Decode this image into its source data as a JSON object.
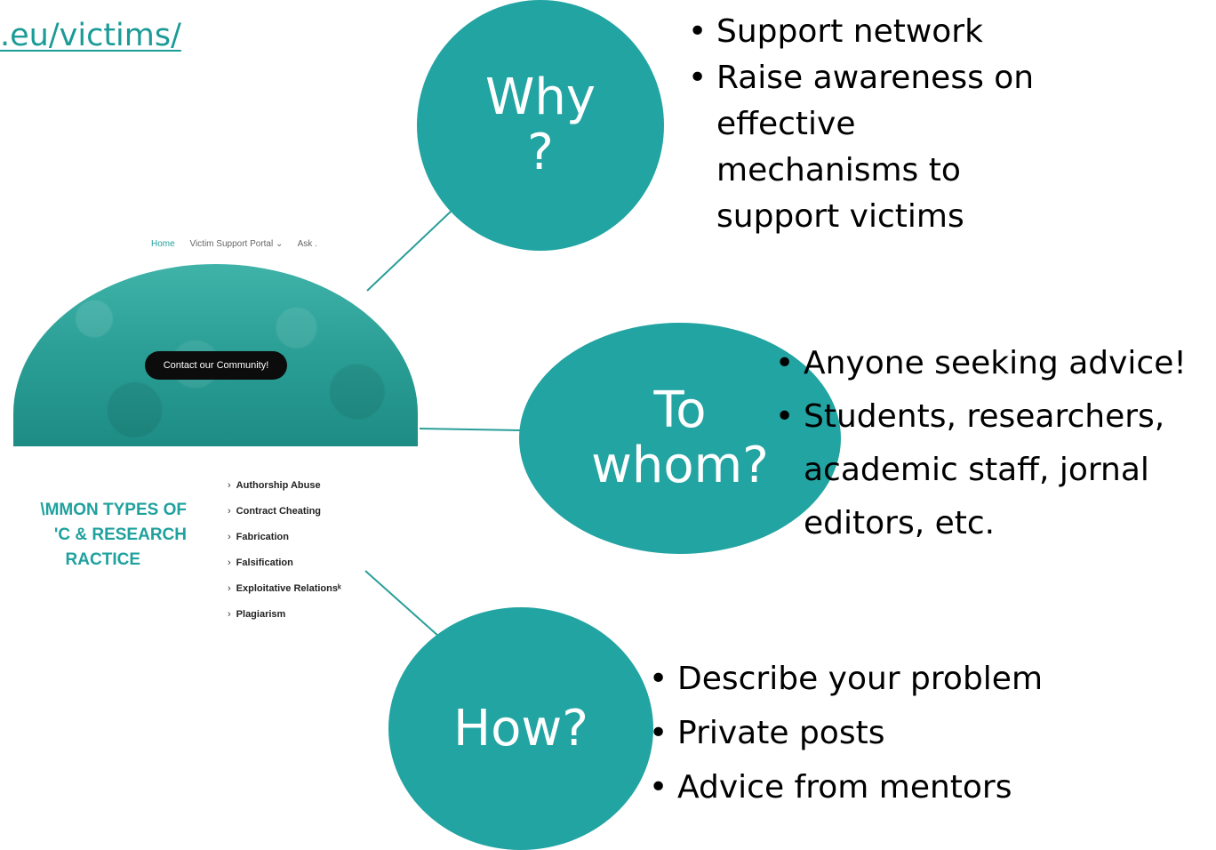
{
  "url": ".eu/victims/",
  "website": {
    "nav": [
      "Home",
      "Victim Support Portal ⌄",
      "Ask ."
    ],
    "contact_button": "Contact our Community!",
    "types_title": [
      "\\MMON TYPES OF",
      "'C & RESEARCH",
      "RACTICE"
    ],
    "types": [
      "Authorship Abuse",
      "Contract Cheating",
      "Fabrication",
      "Falsification",
      "Exploitative Relationsᵏ",
      "Plagiarism"
    ]
  },
  "nodes": {
    "why": {
      "label_line1": "Why",
      "label_line2": "?",
      "bullets": [
        "Support network",
        "Raise awareness on effective mechanisms to support victims"
      ]
    },
    "whom": {
      "label_line1": "To",
      "label_line2": "whom?",
      "bullets": [
        "Anyone seeking advice!",
        "Students, researchers, academic staff, jornal editors, etc."
      ]
    },
    "how": {
      "label": "How?",
      "bullets": [
        "Describe your problem",
        "Private posts",
        "Advice from mentors"
      ]
    }
  },
  "colors": {
    "accent": "#22a4a2",
    "link": "#1b9b97",
    "line": "#2a9e98",
    "button": "#0c0c0c"
  }
}
